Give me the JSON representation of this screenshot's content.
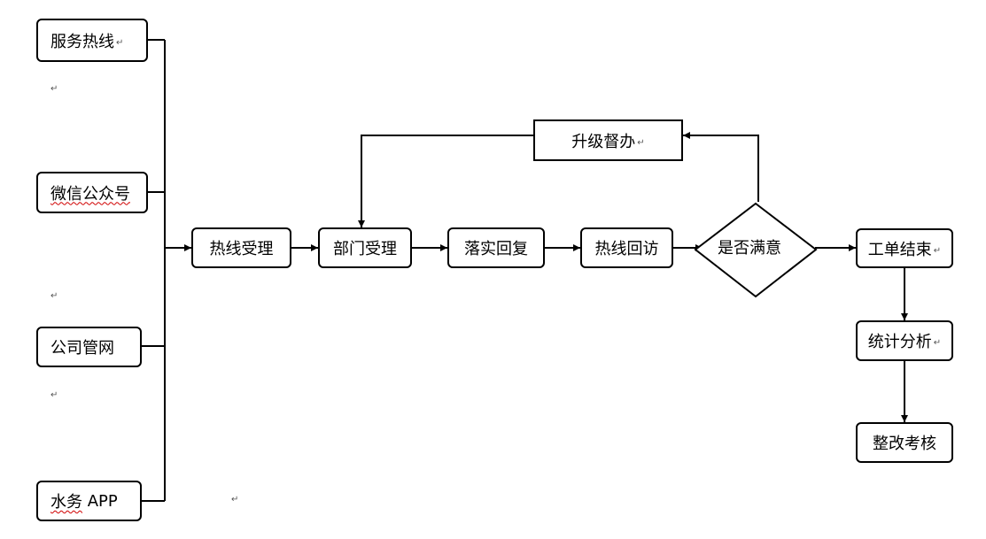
{
  "sources": [
    {
      "label": "服务热线",
      "mark": "↵"
    },
    {
      "label": "微信公众号",
      "mark": ""
    },
    {
      "label": "公司管网",
      "mark": ""
    },
    {
      "label_parts": [
        "水务",
        " APP"
      ],
      "mark": ""
    }
  ],
  "process": [
    {
      "label": "热线受理"
    },
    {
      "label": "部门受理"
    },
    {
      "label": "落实回复"
    },
    {
      "label": "热线回访"
    }
  ],
  "decision": {
    "label": "是否满意"
  },
  "escalation": {
    "label": "升级督办",
    "mark": "↵"
  },
  "end_steps": [
    {
      "label": "工单结束",
      "mark": "↵"
    },
    {
      "label": "统计分析",
      "mark": "↵"
    },
    {
      "label": "整改考核"
    }
  ],
  "paragraph_marks": [
    "↵",
    "↵",
    "↵",
    "↵"
  ],
  "colors": {
    "line": "#000000",
    "box_border": "#000000",
    "spell_underline": "#d00000"
  }
}
